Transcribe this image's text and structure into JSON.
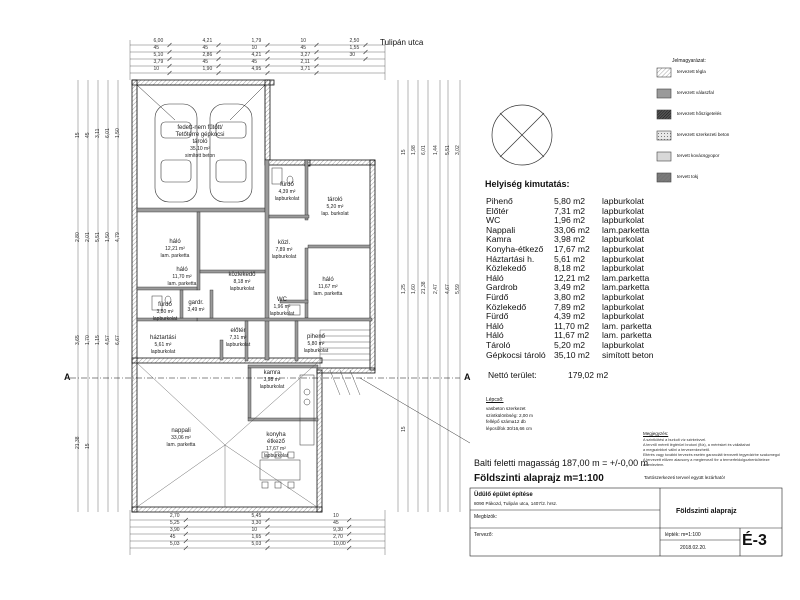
{
  "street_name": "Tulipán utca",
  "section_marker": "A",
  "rooms": [
    {
      "id": "garage",
      "name": "fedett-nem fűtött/\nTetőtérre gépkocsi tároló",
      "area": "35,10 m²",
      "finish": "simított beton"
    },
    {
      "id": "storage",
      "name": "tároló",
      "area": "5,20 m²",
      "finish": "lap. burkolat"
    },
    {
      "id": "bath2",
      "name": "fürdő",
      "area": "4,39 m²",
      "finish": "lapburkolat"
    },
    {
      "id": "bed1",
      "name": "háló",
      "area": "12,21 m²",
      "finish": "lam. parketta"
    },
    {
      "id": "bed2",
      "name": "háló",
      "area": "11,67 m²",
      "finish": "lam. parketta"
    },
    {
      "id": "corr2",
      "name": "közl.",
      "area": "7,89 m²",
      "finish": "lapburkolat"
    },
    {
      "id": "corr1",
      "name": "közlekedő",
      "area": "8,18 m²",
      "finish": "lapburkolat"
    },
    {
      "id": "bed3",
      "name": "háló",
      "area": "11,70 m²",
      "finish": "lam. parketta"
    },
    {
      "id": "bath1",
      "name": "fürdő",
      "area": "3,80 m²",
      "finish": "lapburkolat"
    },
    {
      "id": "ward",
      "name": "gardr.",
      "area": "3,49 m²",
      "finish": ""
    },
    {
      "id": "wc",
      "name": "WC",
      "area": "1,96 m²",
      "finish": "lapburkolat"
    },
    {
      "id": "hall",
      "name": "előtér",
      "area": "7,31 m²",
      "finish": "lapburkolat"
    },
    {
      "id": "laundry",
      "name": "háztartási",
      "area": "5,61 m²",
      "finish": "lapburkolat"
    },
    {
      "id": "rest",
      "name": "pihenő",
      "area": "5,80 m²",
      "finish": "lapburkolat"
    },
    {
      "id": "pantry",
      "name": "kamra",
      "area": "3,98 m²",
      "finish": "lapburkolat"
    },
    {
      "id": "living",
      "name": "nappali",
      "area": "33,06 m²",
      "finish": "lam. parketta"
    },
    {
      "id": "kitchen",
      "name": "konyha\nétkező",
      "area": "17,67 m²",
      "finish": "lapburkolat"
    }
  ],
  "dims_top": [
    "6,00",
    "45",
    "5,10",
    "3,79",
    "10",
    "4,21",
    "45",
    "2,86",
    "45",
    "1,90",
    "1,79",
    "10",
    "4,21",
    "45",
    "4,95",
    "10",
    "45",
    "3,27",
    "2,11",
    "3,71",
    "2,50",
    "1,55",
    "30"
  ],
  "dims_bottom": [
    "2,70",
    "5,25",
    "3,90",
    "45",
    "5,03",
    "5,45",
    "3,30",
    "10",
    "1,65",
    "5,03",
    "10",
    "45",
    "9,30",
    "2,70",
    "10,00"
  ],
  "dims_left": [
    "15",
    "45",
    "3,11",
    "6,01",
    "1,50",
    "2,80",
    "2,01",
    "5,51",
    "1,50",
    "4,79",
    "3,65",
    "1,70",
    "1,15",
    "4,57",
    "6,67",
    "21,38",
    "15"
  ],
  "dims_right": [
    "15",
    "1,98",
    "6,01",
    "1,44",
    "5,51",
    "3,02",
    "1,25",
    "1,60",
    "21,38",
    "2,47",
    "4,67",
    "5,59",
    "15"
  ],
  "legend": {
    "title": "Jelmagyarázat:",
    "items": [
      {
        "label": "tervezett tégla",
        "color": "#ffffff",
        "pattern": "hatch"
      },
      {
        "label": "tervezett válaszfal",
        "color": "#9a9a9a",
        "pattern": "solid"
      },
      {
        "label": "tervezett hőszigetelés",
        "color": "#555555",
        "pattern": "dense"
      },
      {
        "label": "tervezett szerkezeti beton",
        "color": "#e8e8e8",
        "pattern": "dots"
      },
      {
        "label": "tervett kovácsgyopor",
        "color": "#d8d8d8",
        "pattern": "solid"
      },
      {
        "label": "tervett tokj",
        "color": "#7a7a7a",
        "pattern": "hatch"
      }
    ]
  },
  "schedule": {
    "title": "Helyiség kimutatás:",
    "rows": [
      {
        "name": "Pihenő",
        "area": "5,80 m2",
        "finish": "lapburkolat"
      },
      {
        "name": "Előtér",
        "area": "7,31 m2",
        "finish": "lapburkolat"
      },
      {
        "name": "WC",
        "area": "1,96 m2",
        "finish": "lapburkolat"
      },
      {
        "name": "Nappali",
        "area": "33,06 m2",
        "finish": "lam.parketta"
      },
      {
        "name": "Kamra",
        "area": "3,98 m2",
        "finish": "lapburkolat"
      },
      {
        "name": "Konyha-étkező",
        "area": "17,67 m2",
        "finish": "lapburkolat"
      },
      {
        "name": "Háztartási h.",
        "area": "5,61 m2",
        "finish": "lapburkolat"
      },
      {
        "name": "Közlekedő",
        "area": "8,18 m2",
        "finish": "lapburkolat"
      },
      {
        "name": "Háló",
        "area": "12,21 m2",
        "finish": "lam.parketta"
      },
      {
        "name": "Gardrob",
        "area": "3,49 m2",
        "finish": "lam.parketta"
      },
      {
        "name": "Fürdő",
        "area": "3,80 m2",
        "finish": "lapburkolat"
      },
      {
        "name": "Közlekedő",
        "area": "7,89 m2",
        "finish": "lapburkolat"
      },
      {
        "name": "Fürdő",
        "area": "4,39 m2",
        "finish": "lapburkolat"
      },
      {
        "name": "Háló",
        "area": "11,70 m2",
        "finish": "lam. parketta"
      },
      {
        "name": "Háló",
        "area": "11,67 m2",
        "finish": "lam. parketta"
      },
      {
        "name": "Tároló",
        "area": "5,20 m2",
        "finish": "lapburkolat"
      },
      {
        "name": "Gépkocsi tároló",
        "area": "35,10 m2",
        "finish": "simított beton"
      }
    ],
    "net_label": "Nettó terület:",
    "net_value": "179,02 m2"
  },
  "notes": {
    "heading": "Lépcső:",
    "lines": [
      "vasbeton szerkezet",
      "szintkülönbség: 2,00 m",
      "fellépő száma12 db",
      "lépcsőfok 30/16,66 cm"
    ]
  },
  "remarks": {
    "heading": "Megjegyzés:",
    "lines": [
      "A szintkötési a burkolt víz szintekvvel.",
      "A tervről mérett légtérüel brutoni (fl/a), a mérésket és vállaltahat",
      "a megszinbkel vállni a tervezenkezhető.",
      "Eltérés vagy további tervezés esetén garanciált tervezett tegyedzirbe szakcmegol",
      "A tervezett előzen alacsony a megtervező tbr a termerfeldolgozbenköteleze",
      "zelenleztem."
    ]
  },
  "balti": "Balti feletti magasság 187,00 m = +/-0,00 m",
  "drawing_title": "Földszinti alaprajz   m=1:100",
  "designer_note": "Tartószerkezeti tervvel együtt lezárható!",
  "title_block": {
    "project": "Üdülő épület építése",
    "address": "8090 Pákozd, Tulipán utca, 1407/2. hrsz.",
    "client_label": "Megbízók:",
    "designer_label": "Tervező:",
    "sheet_title": "Földszinti alaprajz",
    "scale": "lépték: m=1:100",
    "date": "2018.02.20.",
    "sheet_no": "É-3"
  }
}
